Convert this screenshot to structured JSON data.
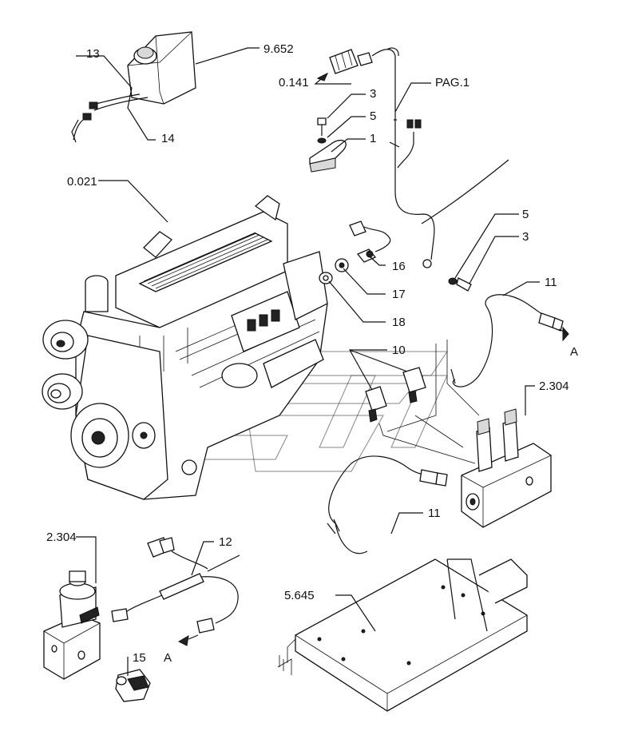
{
  "callouts": {
    "c_9652": "9.652",
    "c_13": "13",
    "c_14": "14",
    "c_0141": "0.141",
    "c_pag1": "PAG.1",
    "c_3a": "3",
    "c_5a": "5",
    "c_1": "1",
    "c_0021": "0.021",
    "c_5b": "5",
    "c_3b": "3",
    "c_16": "16",
    "c_17": "17",
    "c_18": "18",
    "c_11a": "11",
    "c_Aa": "A",
    "c_10": "10",
    "c_2304a": "2.304",
    "c_11b": "11",
    "c_2304b": "2.304",
    "c_12": "12",
    "c_5645": "5.645",
    "c_15": "15",
    "c_Ab": "A"
  },
  "parts": [
    "coolant-reservoir",
    "level-sensor-harness",
    "connector-0141",
    "wiring-harness-pag1",
    "bolt",
    "washer",
    "cable-clamp",
    "engine-0021",
    "temperature-sensor",
    "adapter-fitting",
    "sealing-washer",
    "ground-bolt",
    "valve-block",
    "solenoid-connectors",
    "cable-11",
    "pressure-switch",
    "harness-12",
    "pressure-switch-15",
    "mounting-plate-5645"
  ]
}
